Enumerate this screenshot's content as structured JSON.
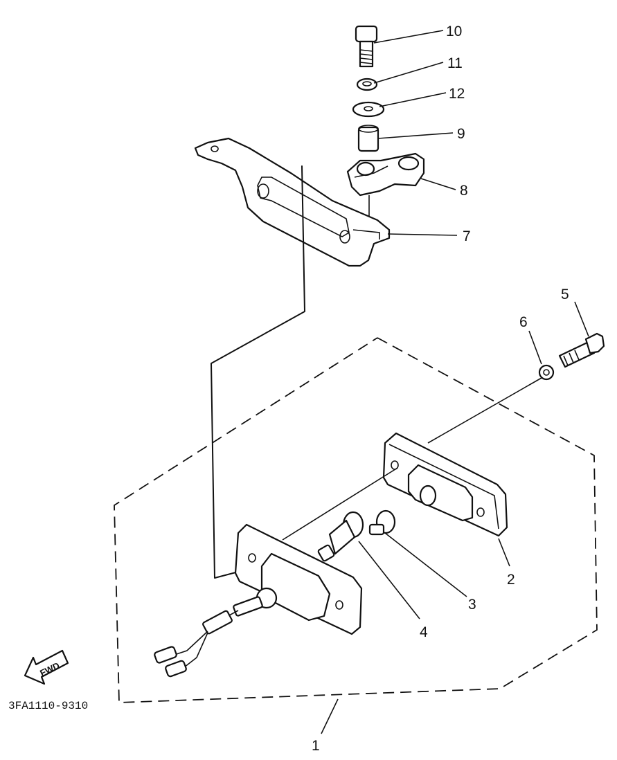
{
  "diagram": {
    "part_code": "3FA1110-9310",
    "direction_label": "FWD",
    "callouts": [
      "1",
      "2",
      "3",
      "4",
      "5",
      "6",
      "7",
      "8",
      "9",
      "10",
      "11",
      "12"
    ]
  }
}
